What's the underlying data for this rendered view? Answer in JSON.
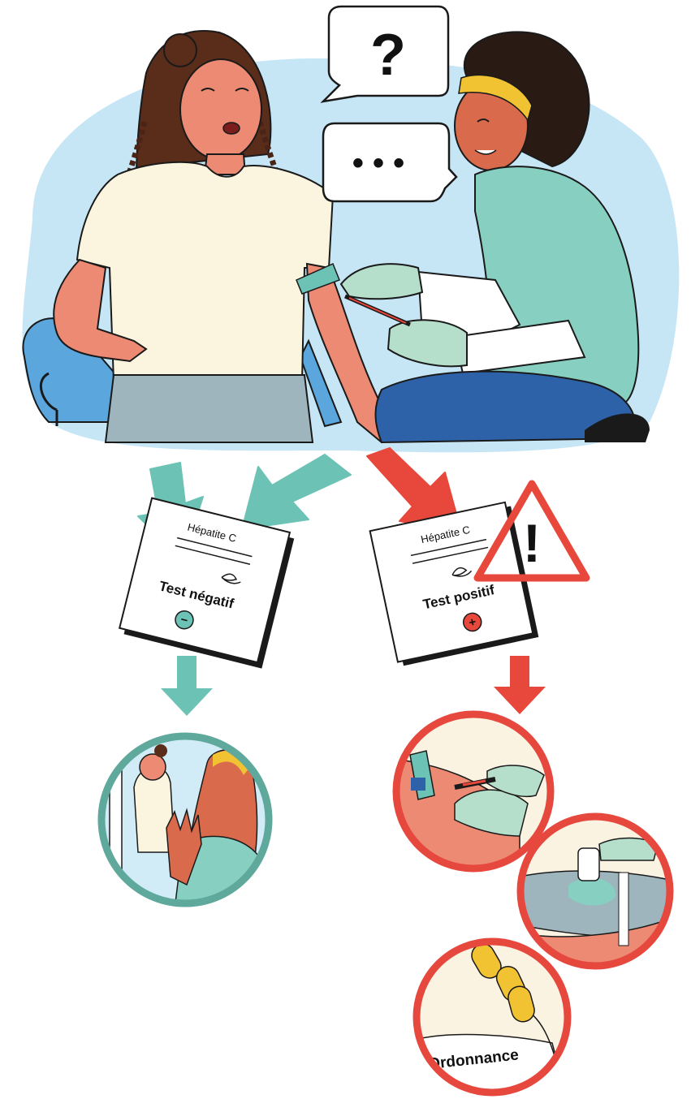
{
  "speech": {
    "question_mark": "?",
    "ellipsis": "• • •"
  },
  "documents": {
    "negative": {
      "title": "Hépatite C",
      "result": "Test négatif",
      "symbol": "−"
    },
    "positive": {
      "title": "Hépatite C",
      "result": "Test positif",
      "symbol": "+"
    }
  },
  "warning": {
    "symbol": "!"
  },
  "prescription": {
    "label": "Ordonnance"
  },
  "colors": {
    "background_blob": "#c6e6f6",
    "negative_path": "#6cc3b5",
    "positive_path": "#e8473b",
    "circle_border_negative": "#5fa89c",
    "circle_border_positive": "#e6483e",
    "skin": "#ec8a74",
    "scrubs": "#86cfc1",
    "pants": "#2e62a8",
    "shirt": "#fbf4df",
    "headband": "#f1c232",
    "circle_fill": "#fbf3e2"
  }
}
